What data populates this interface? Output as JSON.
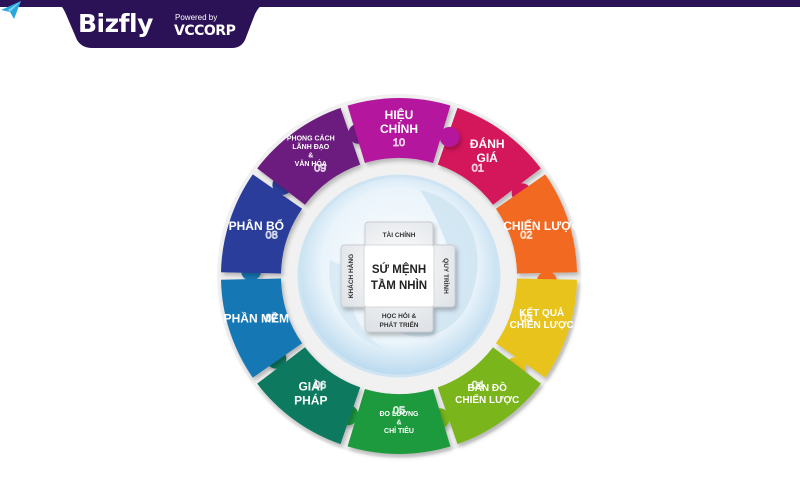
{
  "header": {
    "brand": "Bizfly",
    "powered_by": "Powered by",
    "partner": "VCCORP",
    "band_color": "#2b1256"
  },
  "center": {
    "title_lines": [
      "SỨ MỆNH",
      "TẦM NHÌN"
    ],
    "top": "TÀI CHÍNH",
    "right": "QUY TRÌNH",
    "bottom_lines": [
      "HỌC HỎI &",
      "PHÁT TRIỂN"
    ],
    "left": "KHÁCH HÀNG"
  },
  "pieces": [
    {
      "num": "01",
      "lines": [
        "ĐÁNH",
        "GIÁ"
      ],
      "color": "#d4145a"
    },
    {
      "num": "02",
      "lines": [
        "CHIẾN LƯỢC"
      ],
      "color": "#f26b21"
    },
    {
      "num": "03",
      "lines": [
        "KẾT QUẢ",
        "CHIẾN LƯỢC"
      ],
      "color": "#e8c31a"
    },
    {
      "num": "04",
      "lines": [
        "BẢN ĐỒ",
        "CHIẾN LƯỢC"
      ],
      "color": "#7ab51d"
    },
    {
      "num": "05",
      "lines": [
        "ĐO LƯỜNG",
        "&",
        "CHỈ TIÊU"
      ],
      "color": "#1f9a3c"
    },
    {
      "num": "06",
      "lines": [
        "GIẢI",
        "PHÁP"
      ],
      "color": "#0e7a5e"
    },
    {
      "num": "07",
      "lines": [
        "PHẦN MỀM"
      ],
      "color": "#1577b5"
    },
    {
      "num": "08",
      "lines": [
        "PHÂN BỔ"
      ],
      "color": "#2b3c9a"
    },
    {
      "num": "09",
      "lines": [
        "PHONG CÁCH",
        "LÃNH ĐẠO",
        "&",
        "VĂN HÓA"
      ],
      "color": "#6c1f7e"
    },
    {
      "num": "10",
      "lines": [
        "HIỆU",
        "CHỈNH"
      ],
      "color": "#b5179e"
    }
  ]
}
